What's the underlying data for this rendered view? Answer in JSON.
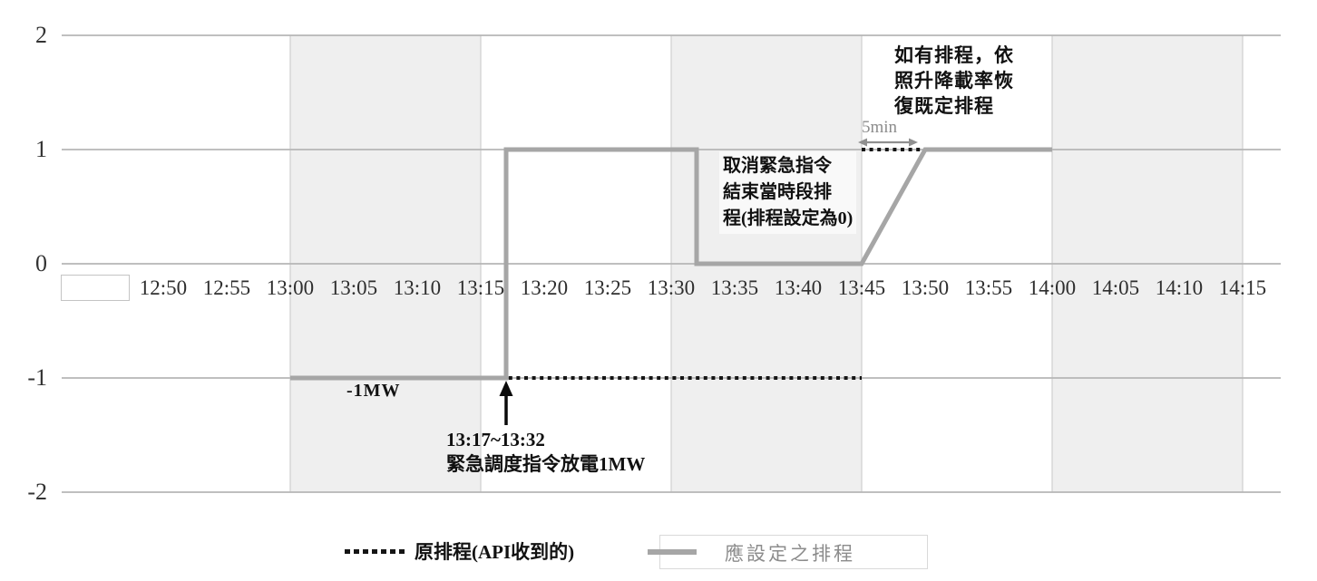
{
  "chart_data": {
    "type": "line",
    "title": "",
    "xlabel": "",
    "ylabel": "",
    "ylim": [
      -2,
      2
    ],
    "y_ticks": [
      2,
      1,
      0,
      -1,
      -2
    ],
    "x_ticks": [
      "12:50",
      "12:55",
      "13:00",
      "13:05",
      "13:10",
      "13:15",
      "13:20",
      "13:25",
      "13:30",
      "13:35",
      "13:40",
      "13:45",
      "13:50",
      "13:55",
      "14:00",
      "14:05",
      "14:10",
      "14:15"
    ],
    "x_tick_interval_min": 5,
    "grid": "horizontal",
    "legend_position": "bottom",
    "shaded_bands": [
      {
        "from": "13:00",
        "to": "13:15"
      },
      {
        "from": "13:30",
        "to": "13:45"
      },
      {
        "from": "14:00",
        "to": "14:15"
      }
    ],
    "series": [
      {
        "name": "原排程(API收到的)",
        "style": "dotted-black",
        "segments": [
          [
            {
              "t": "13:00",
              "v": -1
            },
            {
              "t": "13:45",
              "v": -1
            }
          ],
          [
            {
              "t": "13:45",
              "v": 1
            },
            {
              "t": "14:00",
              "v": 1
            }
          ]
        ]
      },
      {
        "name": "應設定之排程",
        "style": "solid-gray",
        "segments": [
          [
            {
              "t": "13:00",
              "v": -1
            },
            {
              "t": "13:17",
              "v": -1
            },
            {
              "t": "13:17",
              "v": 1
            },
            {
              "t": "13:32",
              "v": 1
            },
            {
              "t": "13:32",
              "v": 0
            },
            {
              "t": "13:45",
              "v": 0
            },
            {
              "t": "13:50",
              "v": 1
            },
            {
              "t": "14:00",
              "v": 1
            }
          ]
        ]
      }
    ]
  },
  "annotations": {
    "restore_note": "如有排程，依\n照升降載率恢\n復既定排程",
    "five_min_label": "5min",
    "five_min_span": {
      "from": "13:45",
      "to": "13:50",
      "at_value": 1
    },
    "cancel_note": "取消緊急指令\n結束當時段排\n程(排程設定為0)",
    "minus_1mw_label": "-1MW",
    "dispatch_note": "13:17~13:32\n緊急調度指令放電1MW",
    "dispatch_arrow_time": "13:17",
    "dispatch_arrow_value": -1
  },
  "legend": {
    "items": [
      {
        "label": "原排程(API收到的)",
        "swatch": "dotted-black"
      },
      {
        "label": "應設定之排程",
        "swatch": "solid-gray"
      }
    ]
  },
  "colors": {
    "band": "#efefef",
    "gridline": "#b6b6b6",
    "band_edge_line": "#cfcfcf",
    "series_gray": "#a6a6a6",
    "series_black": "#151515",
    "arrow_black": "#0a0a0a",
    "arrow_gray": "#8f8f8f",
    "tick_text": "#2e2e2e",
    "muted_text": "#8c8c8c"
  }
}
